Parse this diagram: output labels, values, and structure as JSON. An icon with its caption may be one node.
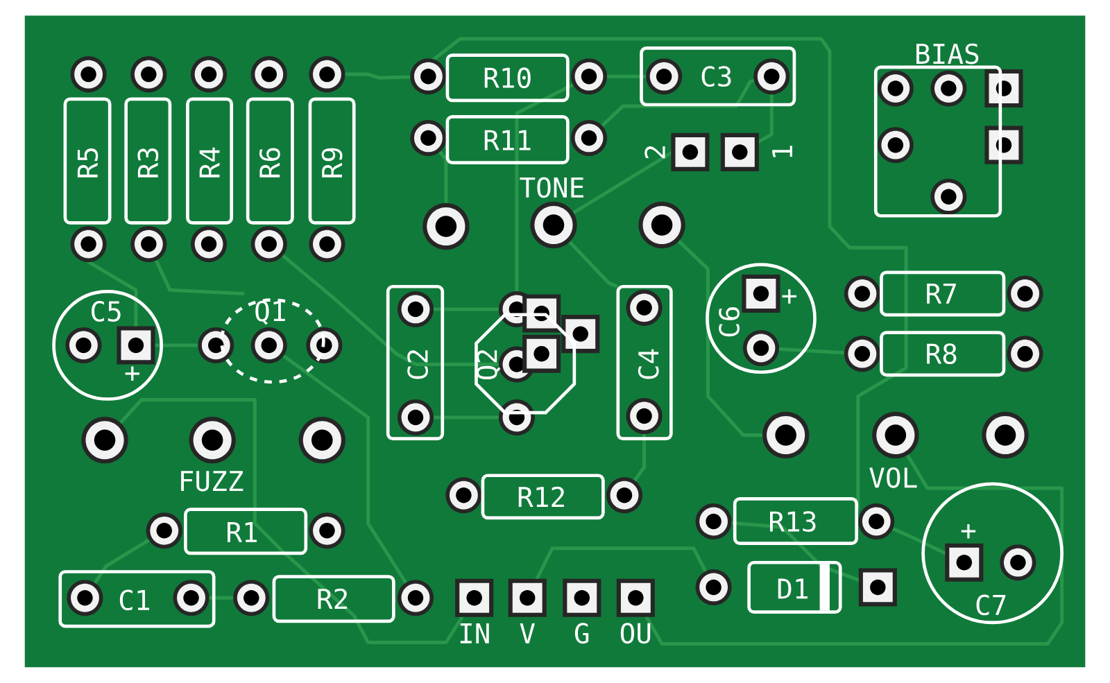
{
  "diagram": {
    "nodes": [
      {
        "text": [
          "R10"
        ]
      },
      {
        "text": [
          "C3"
        ]
      },
      {
        "text": [
          "R11"
        ]
      },
      {
        "text": [
          "BIAS"
        ]
      },
      {
        "text": [
          "R5"
        ]
      },
      {
        "text": [
          "R3"
        ]
      },
      {
        "text": [
          "R4"
        ]
      },
      {
        "text": [
          "R6"
        ]
      },
      {
        "text": [
          "R9"
        ]
      },
      {
        "text": [
          "C5",
          "+"
        ]
      },
      {
        "text": [
          "Q1"
        ]
      },
      {
        "text": [
          "C2"
        ]
      },
      {
        "text": [
          "Q2"
        ]
      },
      {
        "text": [
          "C4"
        ]
      },
      {
        "text": [
          "C6",
          "+"
        ]
      },
      {
        "text": [
          "R7"
        ]
      },
      {
        "text": [
          "R8"
        ]
      },
      {
        "text": [
          "R12"
        ]
      },
      {
        "text": [
          "R1"
        ]
      },
      {
        "text": [
          "R13"
        ]
      },
      {
        "text": [
          "C1"
        ]
      },
      {
        "text": [
          "R2"
        ]
      },
      {
        "text": [
          "D1"
        ]
      },
      {
        "text": [
          "+",
          "C7"
        ]
      }
    ],
    "labels": [
      "2",
      "1",
      "TONE",
      "FUZZ",
      "VOL",
      "IN",
      "V",
      "G",
      "OU"
    ]
  }
}
